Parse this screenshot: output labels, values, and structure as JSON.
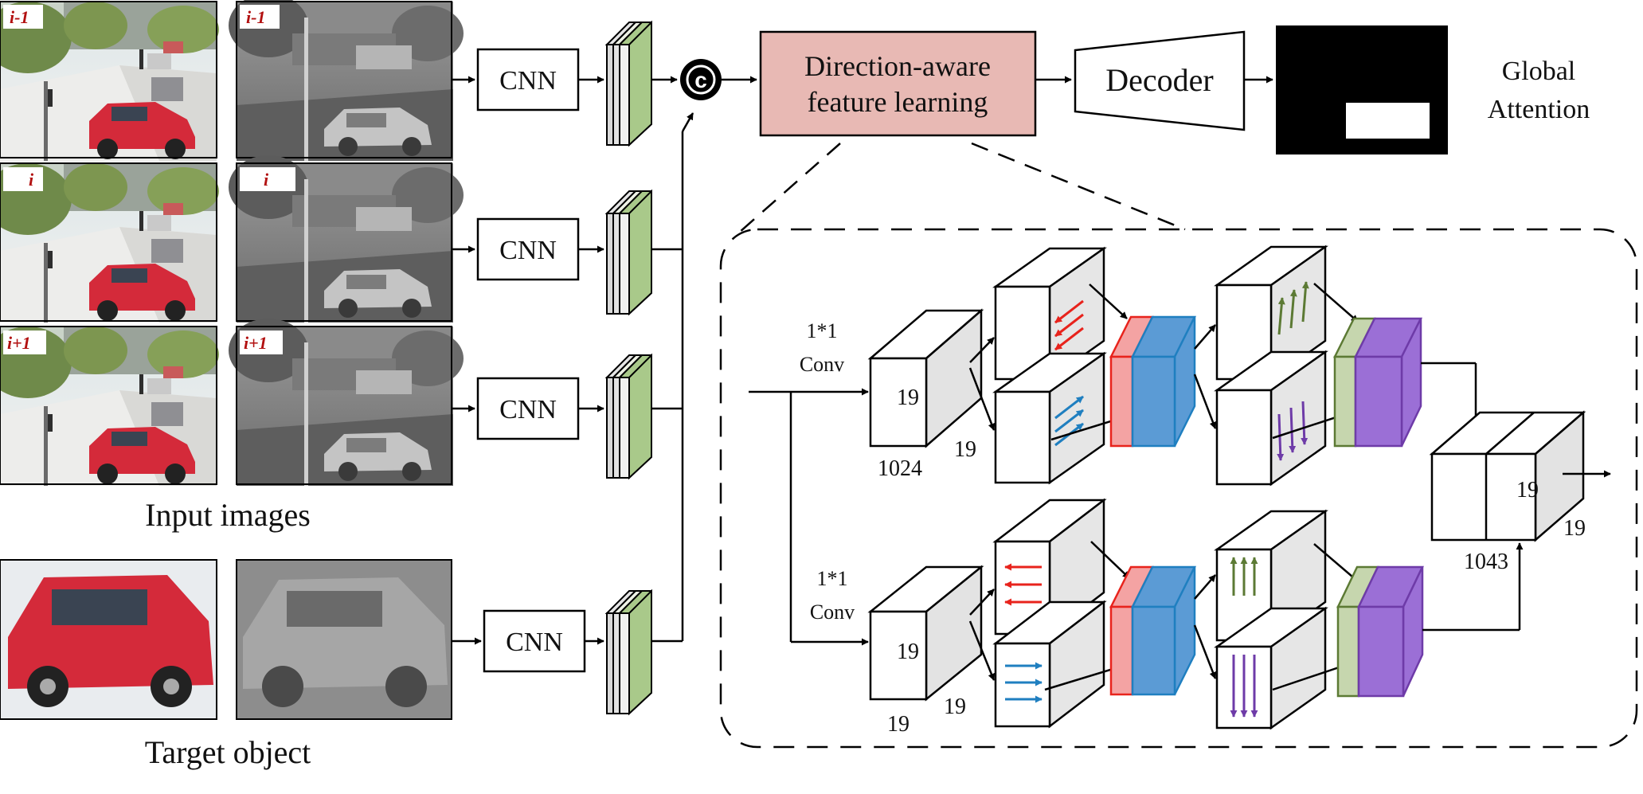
{
  "frames": [
    {
      "label": "i-1"
    },
    {
      "label": "i"
    },
    {
      "label": "i+1"
    }
  ],
  "labels": {
    "input_images": "Input images",
    "target_object": "Target object",
    "cnn": "CNN",
    "concat": "c",
    "dafl_line1": "Direction-aware",
    "dafl_line2": "feature learning",
    "decoder": "Decoder",
    "output_line1": "Global",
    "output_line2": "Attention"
  },
  "detail": {
    "top_branch": {
      "conv_line1": "1*1",
      "conv_line2": "Conv",
      "cube_depth": "19",
      "cube_width": "19",
      "cube_channels": "1024"
    },
    "bottom_branch": {
      "conv_line1": "1*1",
      "conv_line2": "Conv",
      "cube_depth": "19",
      "cube_width": "19",
      "cube_channels": "19"
    },
    "output": {
      "cube_depth": "19",
      "cube_width": "19",
      "cube_channels": "1043"
    }
  },
  "colors": {
    "dafl_fill": "#e8b9b4",
    "feature_green": "#a9c98a",
    "left_arrow": "#e8231c",
    "right_arrow": "#1f7fc0",
    "up_arrow": "#5c7a34",
    "down_arrow": "#6e3ba8",
    "concat_red": "#f4a3a3",
    "concat_blue": "#5b9bd5",
    "concat_green": "#c6d6ae",
    "concat_purple": "#9b6fd6",
    "frame_label": "#b21010"
  },
  "icons": [
    "street-photo",
    "grayscale-photo",
    "car-photo",
    "feature-map-stack",
    "concat-circle",
    "direction-arrow"
  ]
}
